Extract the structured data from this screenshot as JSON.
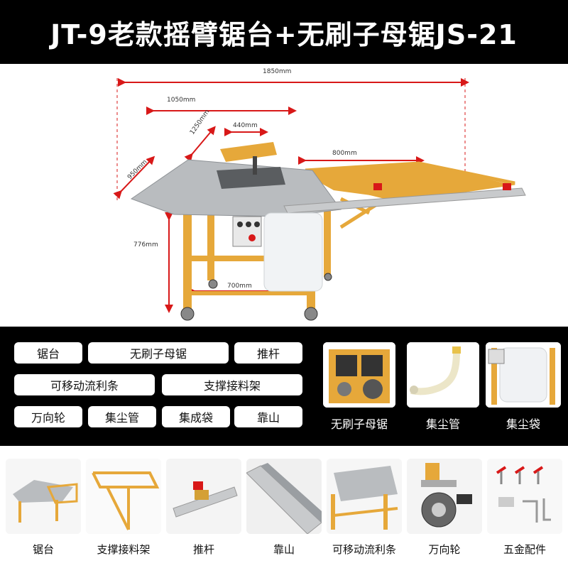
{
  "title": "JT-9老款摇臂锯台+无刷子母锯JS-21",
  "dimensions": {
    "width_total": "1850mm",
    "width_mid": "1050mm",
    "top_depth": "440mm",
    "top_length": "1250mm",
    "depth": "950mm",
    "extension": "800mm",
    "height": "776mm",
    "base": "700mm"
  },
  "features": {
    "pills": [
      "锯台",
      "无刷子母锯",
      "推杆",
      "可移动流利条",
      "支撑接料架",
      "万向轮",
      "集尘管",
      "集成袋",
      "靠山"
    ],
    "thumbs": [
      "无刷子母锯",
      "集尘管",
      "集尘袋"
    ]
  },
  "gallery": [
    "锯台",
    "支撑接料架",
    "推杆",
    "靠山",
    "可移动流利条",
    "万向轮",
    "五金配件"
  ],
  "colors": {
    "frame": "#e6a83a",
    "dimension_line": "#d81818",
    "table": "#b9bcbf"
  }
}
